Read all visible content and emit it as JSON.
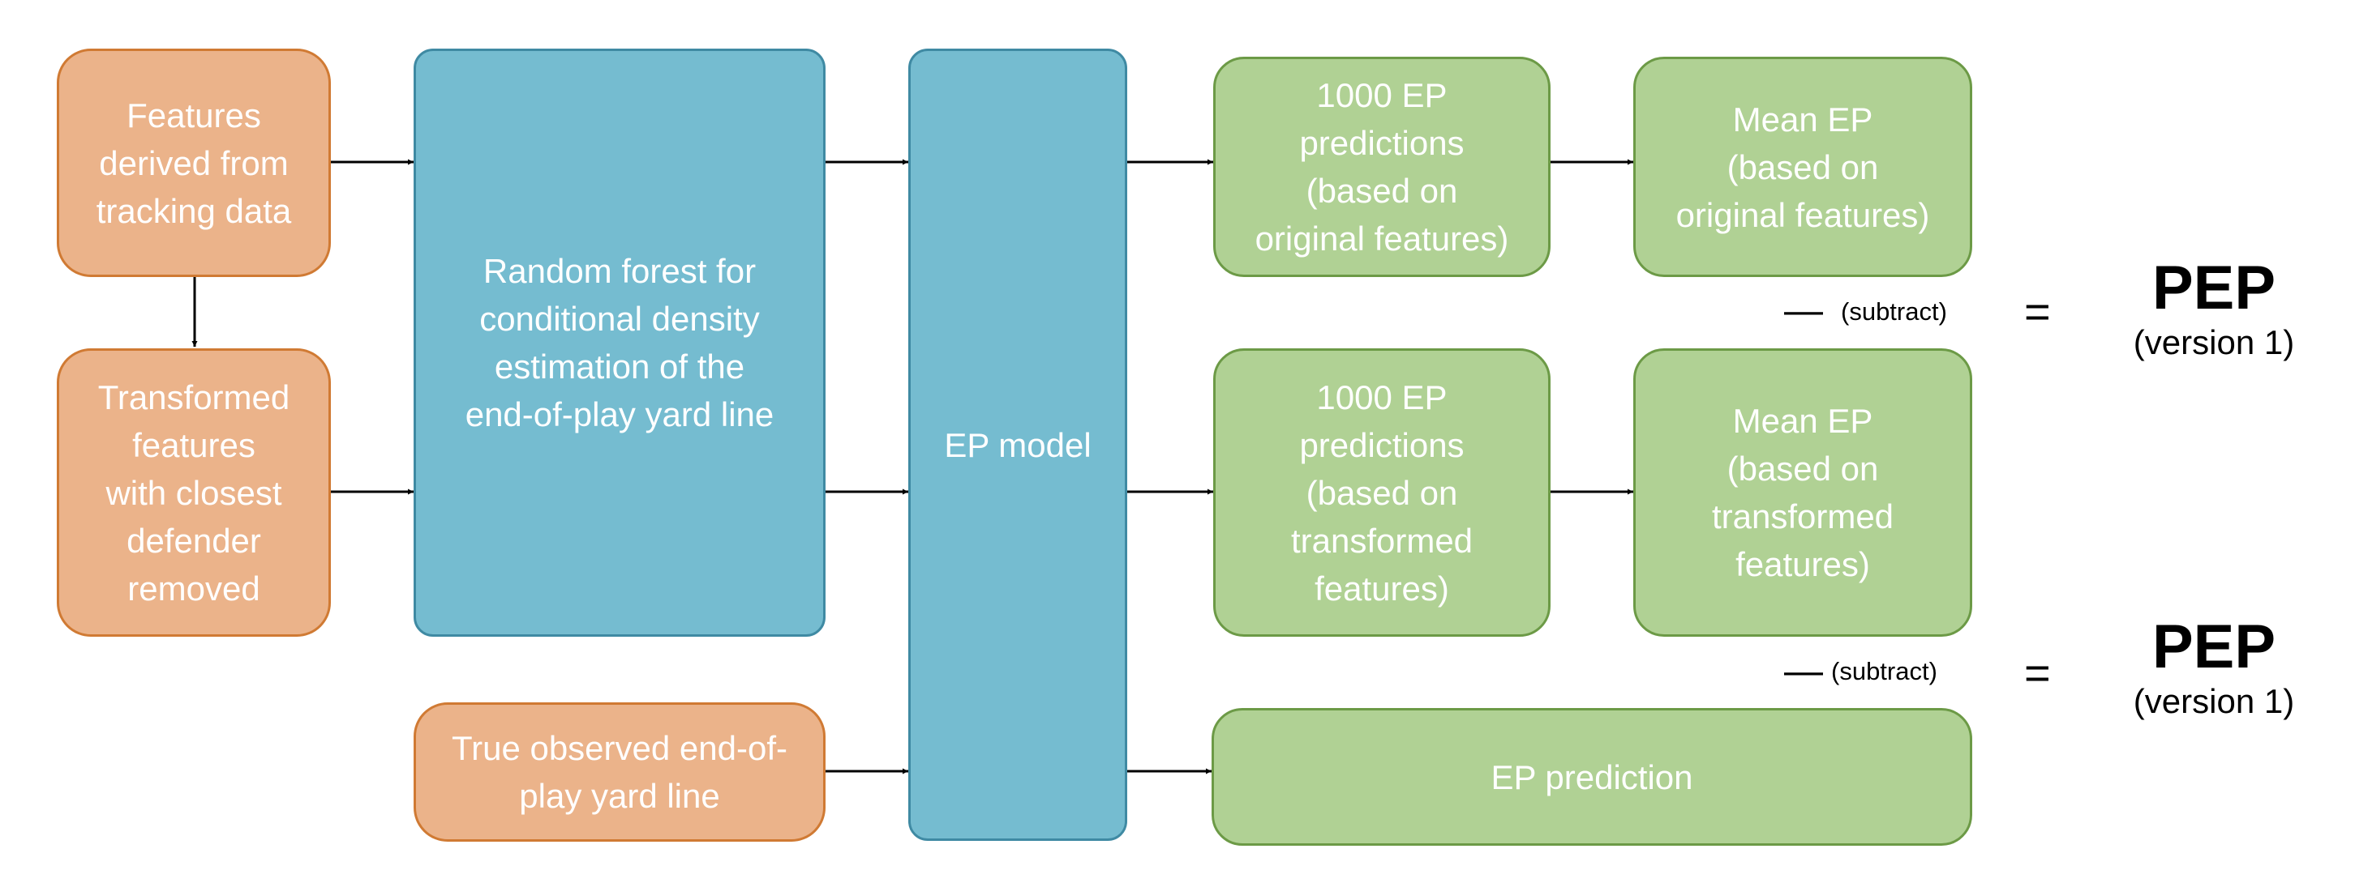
{
  "boxes": {
    "features_tracking": "Features\nderived from\ntracking data",
    "transformed_features": "Transformed\nfeatures\nwith closest\ndefender\nremoved",
    "random_forest": "Random forest for\nconditional density\nestimation of the\nend-of-play yard line",
    "true_observed": "True observed end-of-\nplay yard line",
    "ep_model": "EP model",
    "predictions_original": "1000 EP\npredictions\n(based on\noriginal features)",
    "mean_original": "Mean EP\n(based on\noriginal features)",
    "predictions_transformed": "1000 EP\npredictions\n(based on\ntransformed\nfeatures)",
    "mean_transformed": "Mean EP\n(based on\ntransformed\nfeatures)",
    "ep_prediction": "EP prediction"
  },
  "operators": {
    "minus_1": "—",
    "subtract_1": "(subtract)",
    "equals_1": "=",
    "minus_2": "—",
    "subtract_2": "(subtract)",
    "equals_2": "="
  },
  "results": {
    "pep_1_title": "PEP",
    "pep_1_version": "(version 1)",
    "pep_2_title": "PEP",
    "pep_2_version": "(version 1)"
  }
}
